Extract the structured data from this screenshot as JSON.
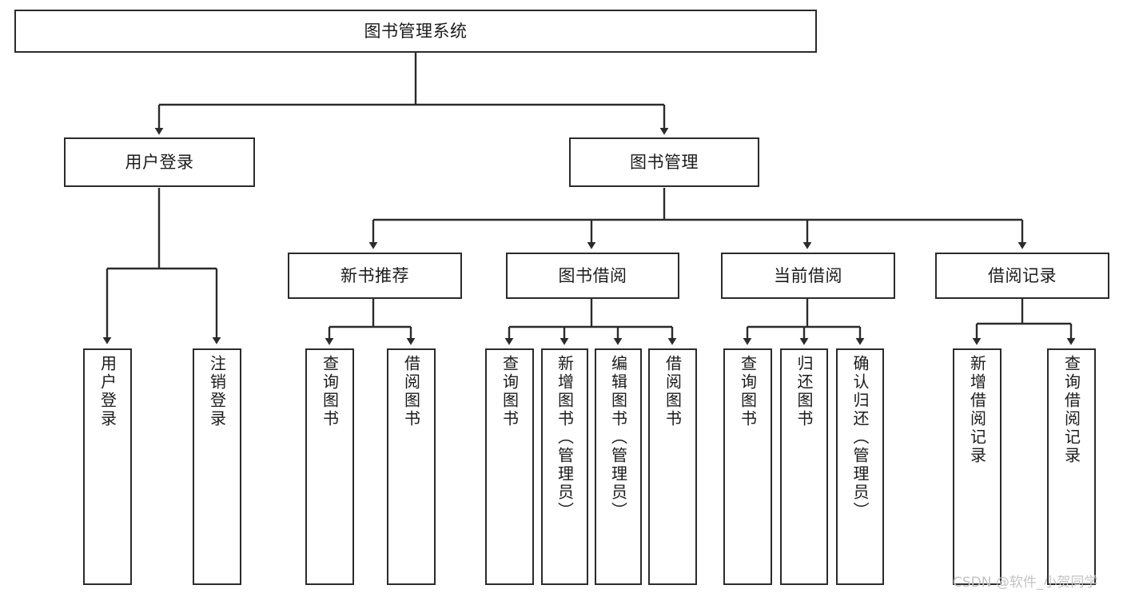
{
  "diagram": {
    "title": "图书管理系统",
    "type": "tree-hierarchy-diagram",
    "watermark": "CSDN @软件_小贺同学",
    "colors": {
      "background": "#ffffff",
      "box_border": "#2b2b2b",
      "box_fill": "#ffffff",
      "text": "#1b1b1b",
      "edge": "#2b2b2b",
      "watermark": "#c3c3c3"
    }
  },
  "nodes": {
    "root": {
      "label": "图书管理系统"
    },
    "level2": [
      {
        "label": "用户登录"
      },
      {
        "label": "图书管理"
      }
    ],
    "level3": [
      {
        "label": "新书推荐"
      },
      {
        "label": "图书借阅"
      },
      {
        "label": "当前借阅"
      },
      {
        "label": "借阅记录"
      }
    ],
    "leaves": {
      "user_login": [
        {
          "label": "用户登录"
        },
        {
          "label": "注销登录"
        }
      ],
      "new_book_recommend": [
        {
          "label": "查询图书"
        },
        {
          "label": "借阅图书"
        }
      ],
      "book_borrow": [
        {
          "label": "查询图书"
        },
        {
          "label": "新增图书（管理员）"
        },
        {
          "label": "编辑图书（管理员）"
        },
        {
          "label": "借阅图书"
        }
      ],
      "current_borrow": [
        {
          "label": "查询图书"
        },
        {
          "label": "归还图书"
        },
        {
          "label": "确认归还（管理员）"
        }
      ],
      "borrow_record": [
        {
          "label": "新增借阅记录"
        },
        {
          "label": "查询借阅记录"
        }
      ]
    }
  }
}
